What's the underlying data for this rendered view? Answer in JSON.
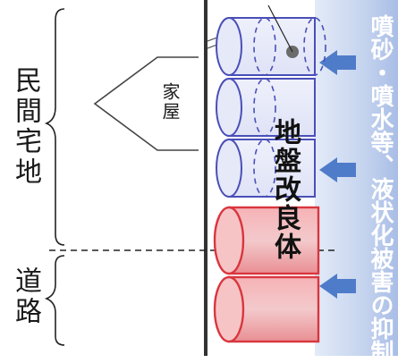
{
  "labels": {
    "residential_area": "民間宅地",
    "road": "道路",
    "house": "家屋",
    "ground_improvement": "地盤改良体",
    "effect_caption": "噴砂・噴水等、液状化被害の抑制"
  },
  "colors": {
    "residential_columns": "#4a4fb8",
    "road_columns": "#d9363e",
    "arrow_band": "#c8d6f0",
    "arrows": "#4f7cc9",
    "ground_line": "#333333"
  },
  "icons": [
    "house-outline",
    "up-arrow",
    "section-marker"
  ]
}
